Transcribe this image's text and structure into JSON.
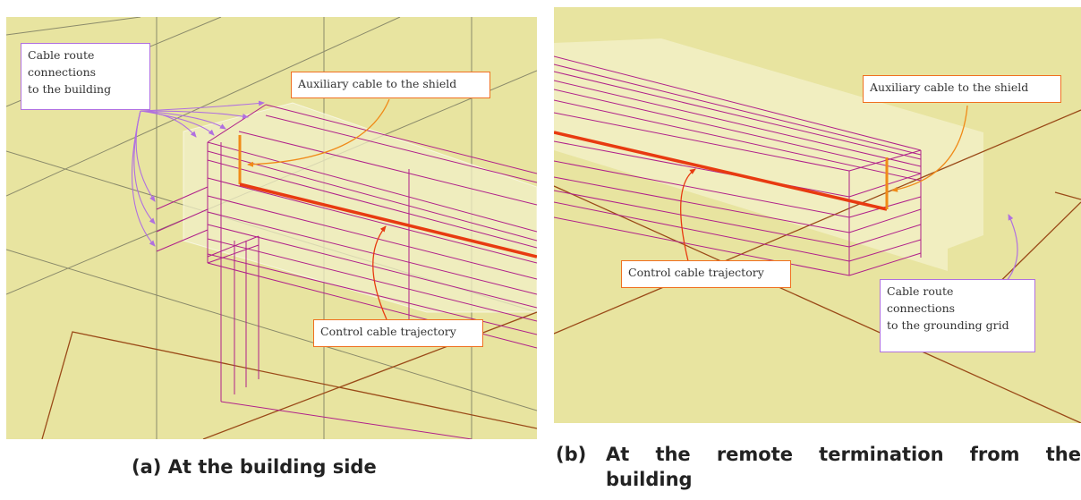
{
  "colors": {
    "background": "#e8e4a0",
    "shield_volume": "#f2f0c8",
    "grid_line": "#8a8a6a",
    "cable_route": "#b0208a",
    "grounding_grid": "#9a4a18",
    "control_cable": "#e83a10",
    "auxiliary_cable": "#f08a18",
    "callout_orange": "#f07020",
    "callout_purple": "#b070e0"
  },
  "panel_a": {
    "caption_label": "(a)",
    "caption_text": "At the building side",
    "callouts": {
      "cable_route": {
        "lines": [
          "Cable route",
          "connections",
          "to the building"
        ]
      },
      "auxiliary": {
        "lines": [
          "Auxiliary cable to the shield"
        ]
      },
      "control": {
        "lines": [
          "Control cable trajectory"
        ]
      }
    }
  },
  "panel_b": {
    "caption_label": "(b)",
    "caption_words": [
      "At",
      "the",
      "remote",
      "termination",
      "from",
      "the"
    ],
    "caption_second_line": "building",
    "callouts": {
      "auxiliary": {
        "lines": [
          "Auxiliary cable to the shield"
        ]
      },
      "control": {
        "lines": [
          "Control cable trajectory"
        ]
      },
      "cable_route": {
        "lines": [
          "Cable route",
          "connections",
          "to the grounding grid"
        ]
      }
    }
  }
}
